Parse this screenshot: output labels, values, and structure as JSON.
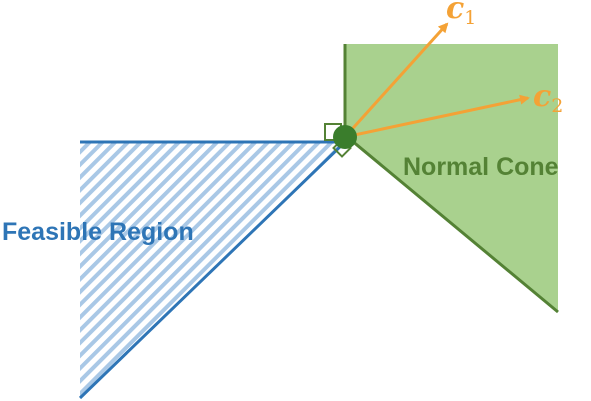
{
  "labels": {
    "feasible_region": "Feasible Region",
    "normal_cone": "Normal Cone",
    "c1_letter": "c",
    "c1_subscript": "1",
    "c2_letter": "c",
    "c2_subscript": "2"
  },
  "colors": {
    "feasible_blue": "#2e75b6",
    "hatch_light_blue": "#a9c8e6",
    "cone_fill": "#a9d18e",
    "cone_edge": "#548235",
    "vertex": "#3a7d2c",
    "vector_orange": "#f4a236"
  }
}
